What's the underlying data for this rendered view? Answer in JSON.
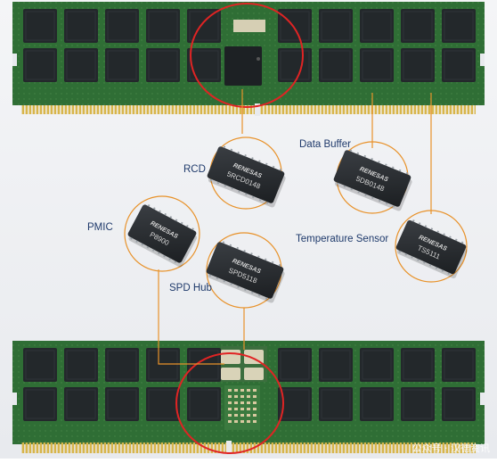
{
  "labels": {
    "rcd": "RCD",
    "data_buffer": "Data Buffer",
    "pmic": "PMIC",
    "spd_hub": "SPD Hub",
    "temperature_sensor": "Temperature Sensor"
  },
  "chips": {
    "rcd": {
      "brand": "RENESAS",
      "part": "5RCD0148"
    },
    "data_buffer": {
      "brand": "RENESAS",
      "part": "5DB0148"
    },
    "pmic": {
      "brand": "RENESAS",
      "part": "P8900"
    },
    "spd_hub": {
      "brand": "RENESAS",
      "part": "SPD5118"
    },
    "temperature_sensor": {
      "brand": "RENESAS",
      "part": "TS5111"
    }
  },
  "watermark": "公众号 · 汉德资讯",
  "colors": {
    "pcb": "#2f6e35",
    "pcb_dark": "#1f4f25",
    "dram": "#23282b",
    "gold": "#c9a43c",
    "callout_line": "#e8922a",
    "highlight_ring": "#e02424",
    "chip_body": "#2a2d31",
    "label_text": "#1f3a6b"
  }
}
